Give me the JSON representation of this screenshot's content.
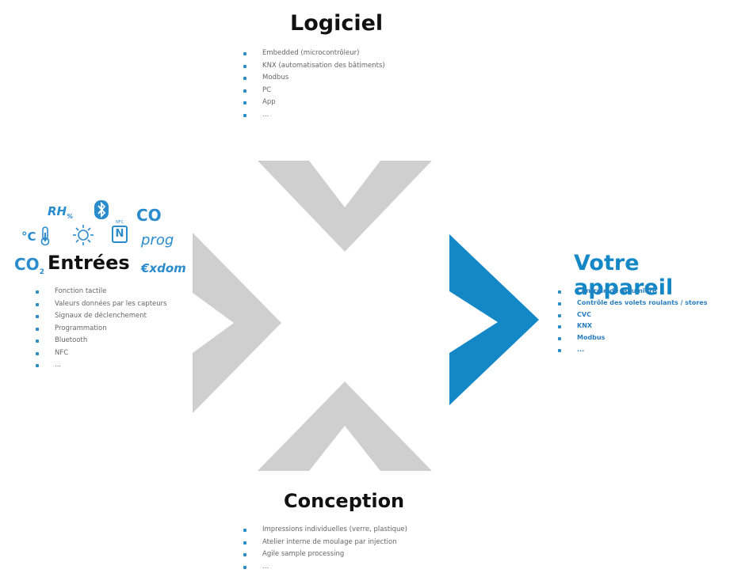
{
  "colors": {
    "accent": "#1487c6",
    "arrow_grey": "#cfcfcf",
    "bullet": "#2c8dc4"
  },
  "logiciel": {
    "title": "Logiciel",
    "items": [
      "Embedded (microcontrôleur)",
      "KNX (automatisation des bâtiments)",
      "Modbus",
      "PC",
      "App",
      "..."
    ]
  },
  "entrees": {
    "title": "Entrées",
    "items": [
      "Fonction tactile",
      "Valeurs données par les capteurs",
      "Signaux de déclenchement",
      "Programmation",
      "Bluetooth",
      "NFC",
      "..."
    ],
    "icons": {
      "rh": "RH",
      "rh_sub": "%",
      "co": "CO",
      "co2": "CO",
      "co2_sub": "2",
      "celsius": "°C",
      "prog": "prog",
      "nfc_label": "NFC",
      "nfc_glyph": "N",
      "exdom": "€xdom"
    }
  },
  "votre_appareil": {
    "title": "Votre appareil",
    "items": [
      "Contrôle de la lumière",
      "Contrôle des volets roulants / stores",
      "CVC",
      "KNX",
      "Modbus",
      "..."
    ]
  },
  "conception": {
    "title": "Conception",
    "items": [
      "Impressions individuelles (verre, plastique)",
      "Atelier interne de moulage par injection",
      "Agile sample processing",
      "..."
    ]
  }
}
